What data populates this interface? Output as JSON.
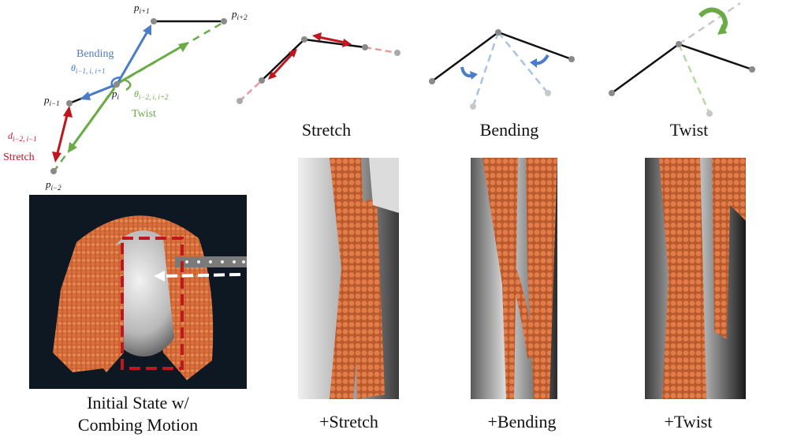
{
  "diagram": {
    "points": {
      "p_i_plus_1": "p",
      "p_i_plus_1_sub": "i+1",
      "p_i_plus_2": "p",
      "p_i_plus_2_sub": "i+2",
      "p_i": "p",
      "p_i_sub": "i",
      "p_i_minus_1": "p",
      "p_i_minus_1_sub": "i−1",
      "p_i_minus_2": "p",
      "p_i_minus_2_sub": "i−2"
    },
    "bending_label": "Bending",
    "bending_theta": "θ",
    "bending_theta_sub": "i−1, i, i+1",
    "twist_label": "Twist",
    "twist_theta": "θ",
    "twist_theta_sub": "i−2, i, i+2",
    "stretch_label": "Stretch",
    "stretch_d": "d",
    "stretch_d_sub": "i−2, i−1",
    "colors": {
      "bending": "#4a7cc9",
      "twist": "#6aab46",
      "stretch": "#c0171f",
      "segment": "#111111",
      "node": "#8a8a8a",
      "hair": "#d9703d",
      "background_dark": "#0d1823"
    }
  },
  "top_captions": {
    "stretch": "Stretch",
    "bending": "Bending",
    "twist": "Twist"
  },
  "bottom_captions": {
    "initial_line1": "Initial State w/",
    "initial_line2": "Combing Motion",
    "plus_stretch": "+Stretch",
    "plus_bending": "+Bending",
    "plus_twist": "+Twist"
  }
}
